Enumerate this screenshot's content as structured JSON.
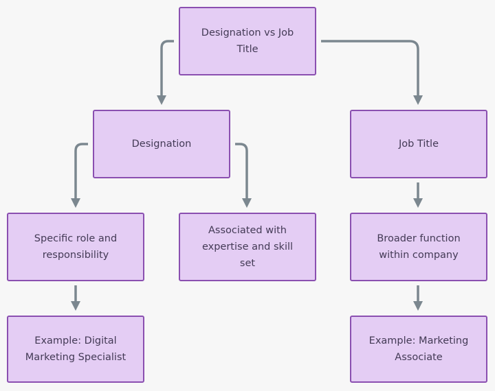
{
  "diagram": {
    "nodes": {
      "root": "Designation vs Job Title",
      "designation": "Designation",
      "job_title": "Job Title",
      "specific": "Specific role and responsibility",
      "associated": "Associated with expertise and skill set",
      "broader": "Broader function within company",
      "example_designation": "Example: Digital Marketing Specialist",
      "example_job_title": "Example: Marketing Associate"
    },
    "edges": [
      [
        "root",
        "designation"
      ],
      [
        "root",
        "job_title"
      ],
      [
        "designation",
        "specific"
      ],
      [
        "designation",
        "associated"
      ],
      [
        "job_title",
        "broader"
      ],
      [
        "specific",
        "example_designation"
      ],
      [
        "broader",
        "example_job_title"
      ]
    ],
    "colors": {
      "node_fill": "#e4cdf4",
      "node_border": "#8a4fb0",
      "edge": "#7b878f",
      "text": "#433a55",
      "background": "#f7f7f7"
    }
  }
}
